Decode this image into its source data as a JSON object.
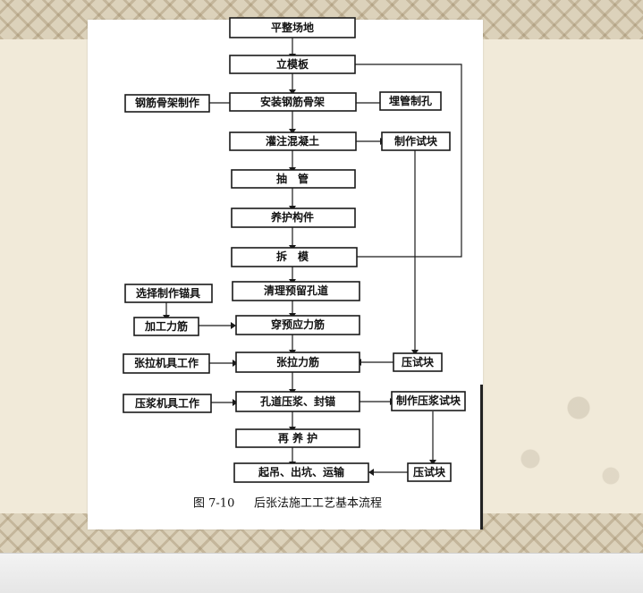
{
  "figure": {
    "number": "图 7-10",
    "title": "后张法施工工艺基本流程"
  },
  "main_steps": [
    "平整场地",
    "立模板",
    "安装钢筋骨架",
    "灌注混凝土",
    "抽　管",
    "养护构件",
    "拆　模",
    "清理预留孔道",
    "穿预应力筋",
    "张拉力筋",
    "孔道压浆、封锚",
    "再 养 护",
    "起吊、出坑、运输"
  ],
  "left_steps": [
    "钢筋骨架制作",
    "选择制作锚具",
    "加工力筋",
    "张拉机具工作",
    "压浆机具工作"
  ],
  "right_steps": [
    "埋管制孔",
    "制作试块",
    "压试块",
    "制作压浆试块",
    "压试块"
  ]
}
